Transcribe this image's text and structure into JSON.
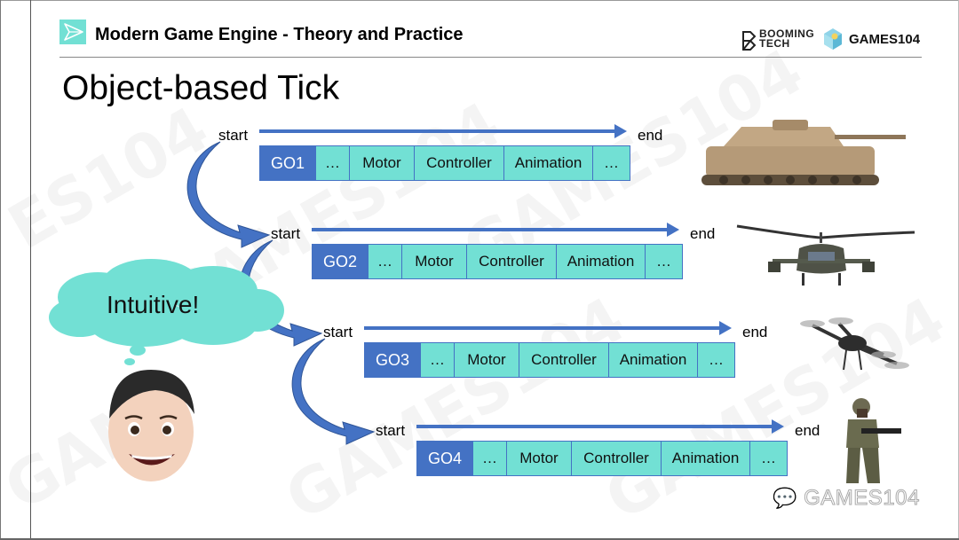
{
  "header": {
    "title": "Modern Game Engine - Theory and Practice",
    "brand_boomingtech_line1": "BOOMING",
    "brand_boomingtech_line2": "TECH",
    "brand_games104": "GAMES104"
  },
  "slide": {
    "title": "Object-based Tick",
    "thought_bubble": "Intuitive!",
    "footer_watermark": "GAMES104"
  },
  "colors": {
    "accent_blue": "#4472c4",
    "cell_teal": "#72e0d4"
  },
  "timelines": [
    {
      "start_label": "start",
      "end_label": "end",
      "object": "GO1",
      "cells": [
        "…",
        "Motor",
        "Controller",
        "Animation",
        "…"
      ],
      "image": "tank"
    },
    {
      "start_label": "start",
      "end_label": "end",
      "object": "GO2",
      "cells": [
        "…",
        "Motor",
        "Controller",
        "Animation",
        "…"
      ],
      "image": "helicopter"
    },
    {
      "start_label": "start",
      "end_label": "end",
      "object": "GO3",
      "cells": [
        "…",
        "Motor",
        "Controller",
        "Animation",
        "…"
      ],
      "image": "drone"
    },
    {
      "start_label": "start",
      "end_label": "end",
      "object": "GO4",
      "cells": [
        "…",
        "Motor",
        "Controller",
        "Animation",
        "…"
      ],
      "image": "soldier"
    }
  ]
}
